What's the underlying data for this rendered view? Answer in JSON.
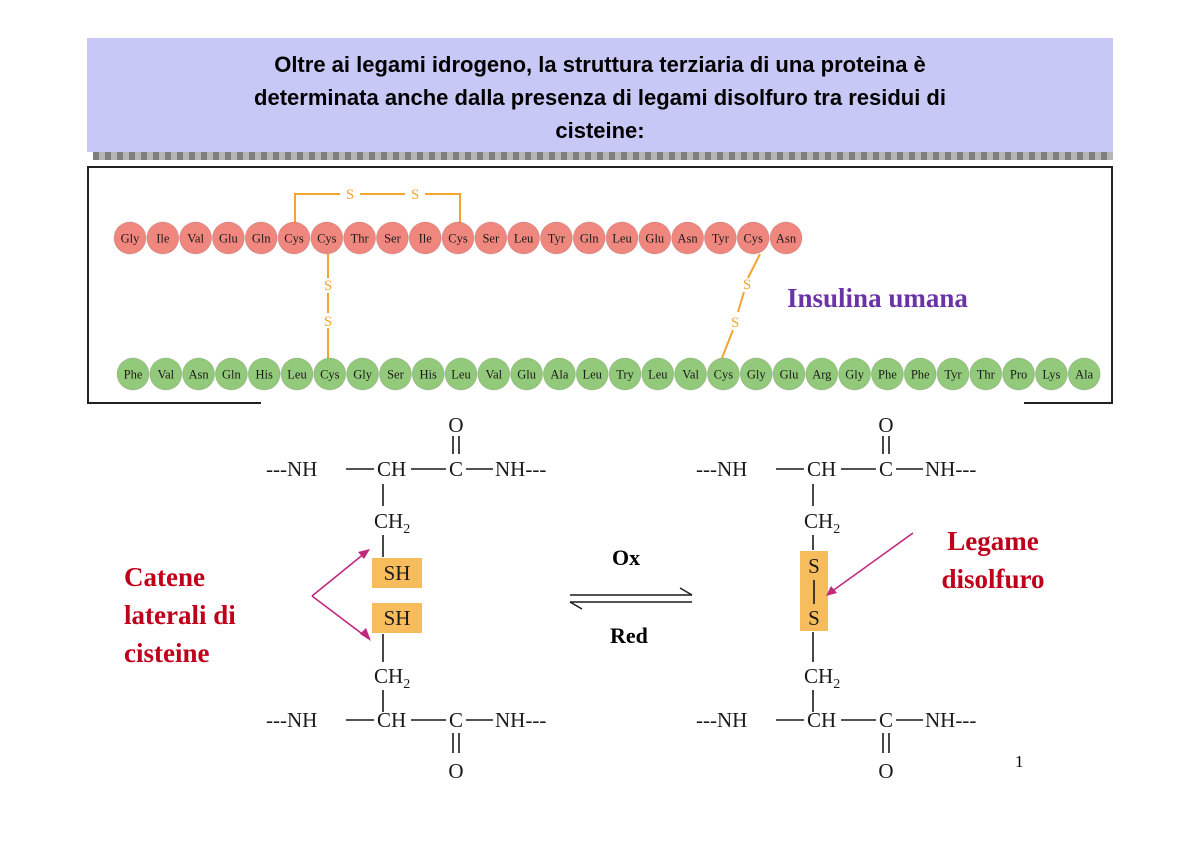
{
  "title": {
    "line1": "Oltre ai legami idrogeno, la struttura terziaria di una proteina è",
    "line2": "determinata anche dalla presenza di legami disolfuro tra residui di",
    "line3": "cisteine:"
  },
  "insulin": {
    "label": "Insulina umana",
    "chainA": [
      "Gly",
      "Ile",
      "Val",
      "Glu",
      "Gln",
      "Cys",
      "Cys",
      "Thr",
      "Ser",
      "Ile",
      "Cys",
      "Ser",
      "Leu",
      "Tyr",
      "Gln",
      "Leu",
      "Glu",
      "Asn",
      "Tyr",
      "Cys",
      "Asn"
    ],
    "chainB": [
      "Phe",
      "Val",
      "Asn",
      "Gln",
      "His",
      "Leu",
      "Cys",
      "Gly",
      "Ser",
      "His",
      "Leu",
      "Val",
      "Glu",
      "Ala",
      "Leu",
      "Try",
      "Leu",
      "Val",
      "Cys",
      "Gly",
      "Glu",
      "Arg",
      "Gly",
      "Phe",
      "Phe",
      "Tyr",
      "Thr",
      "Pro",
      "Lys",
      "Ala"
    ],
    "sulfur": "S",
    "colors": {
      "chainA": "#f0877e",
      "chainB": "#93c97a",
      "bond": "#f2a531"
    }
  },
  "reaction": {
    "left": {
      "nh_left": "---NH",
      "ch": "CH",
      "c": "C",
      "nh_right": "NH---",
      "o": "O",
      "ch2": "CH",
      "sub2": "2",
      "sh": "SH"
    },
    "right": {
      "s": "S"
    },
    "ox": "Ox",
    "red": "Red",
    "highlight": "#f7bd5c"
  },
  "labels": {
    "side_chains": [
      "Catene",
      "laterali di",
      "cisteine"
    ],
    "disulfide": [
      "Legame",
      "disolfuro"
    ],
    "accent": "#c0001a"
  },
  "page_number": "1"
}
